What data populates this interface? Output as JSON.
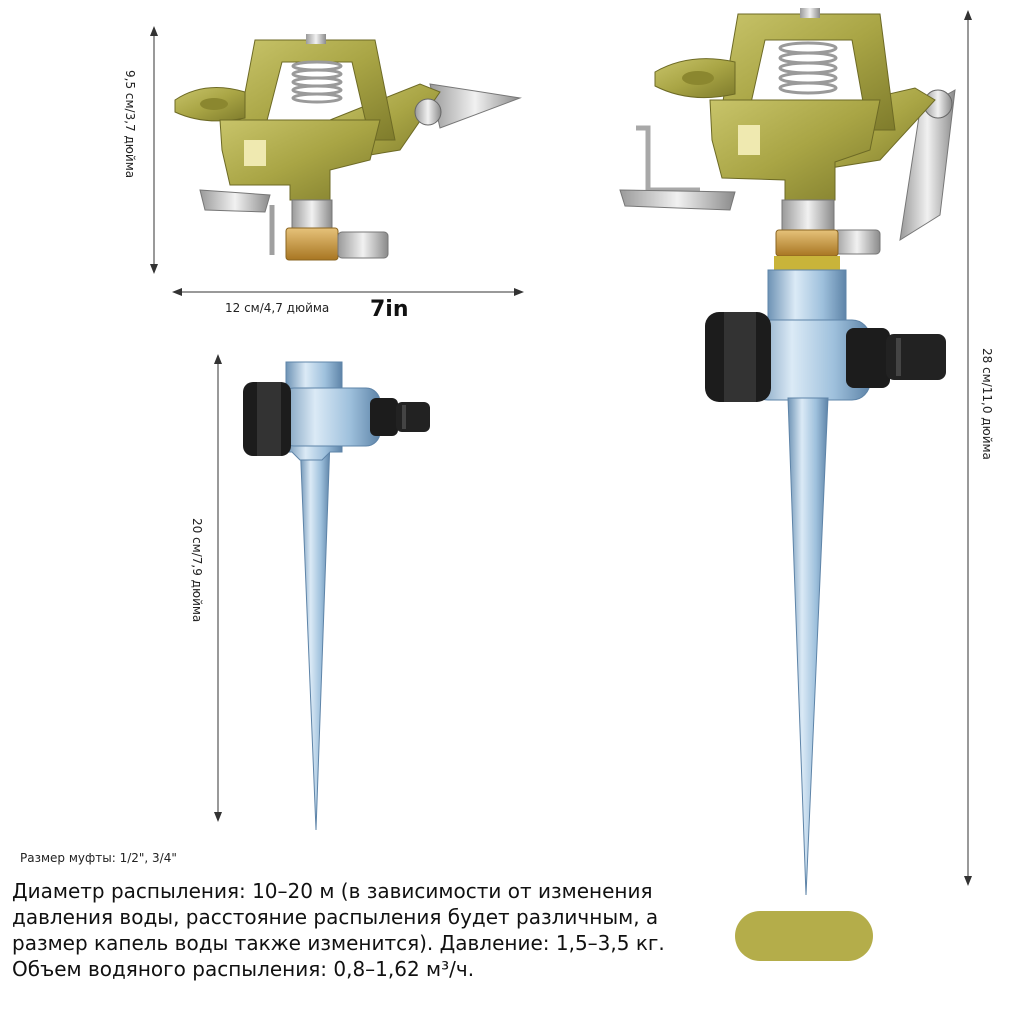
{
  "dimensions": {
    "head_height": "9,5 см/3,7 дюйма",
    "head_width": "12 см/4,7 дюйма",
    "title_size": "7in",
    "spike_short": "20 см/7,9 дюйма",
    "spike_tall": "28 см/11,0 дюйма"
  },
  "specs": {
    "coupling_size": "Размер муфты: 1/2\", 3/4\"",
    "description": "Диаметр распыления: 10–20 м (в зависимости от изменения давления воды, расстояние распыления будет различным, а размер капель воды также изменится). Давление: 1,5–3,5 кг. Объем водяного распыления: 0,8–1,62 м³/ч."
  },
  "colors": {
    "sprinkler_body": "#a9a545",
    "spike_metal": "#9ec0dc",
    "connector_black": "#1c1c1c",
    "brass": "#c99a3c",
    "swatch": "#b4ad4a"
  },
  "icons": [
    "sprinkler-head-icon",
    "ground-spike-icon",
    "full-sprinkler-icon",
    "color-swatch-icon"
  ]
}
